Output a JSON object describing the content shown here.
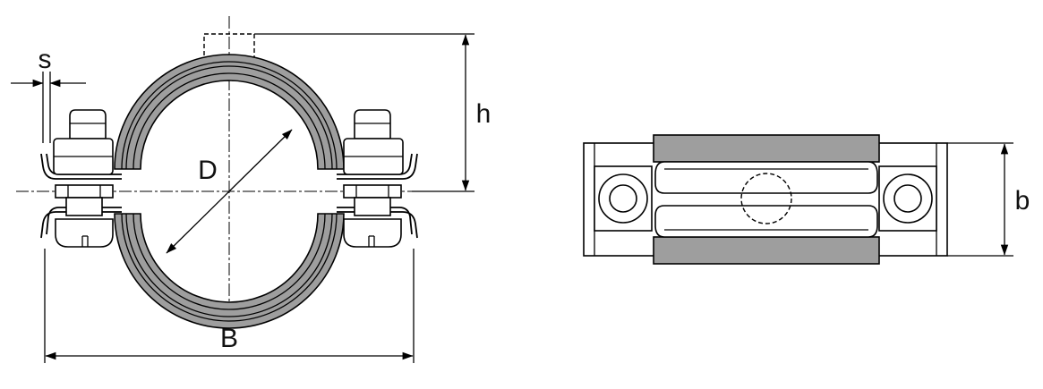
{
  "labels": {
    "s": "s",
    "h": "h",
    "D": "D",
    "B": "B",
    "b": "b"
  },
  "colors": {
    "rubber": "#9e9e9e",
    "line": "#000000",
    "background": "#ffffff"
  }
}
